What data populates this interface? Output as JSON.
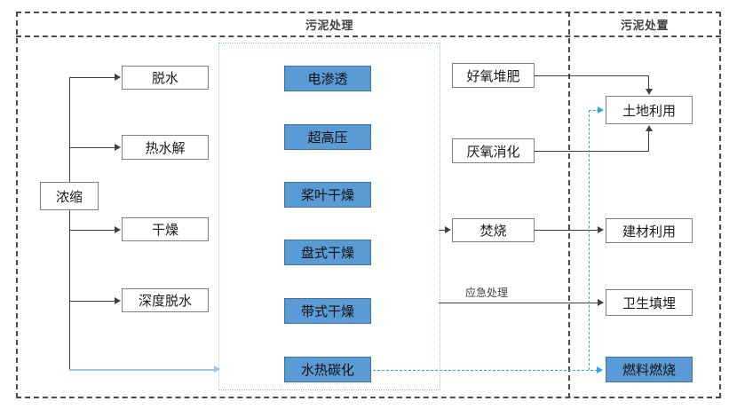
{
  "diagram": {
    "title_left": "污泥处理",
    "title_right": "污泥处置",
    "colors": {
      "accent_blue": "#5B9BD5",
      "accent_blue_border": "#41719C",
      "dashed_cyan": "#2FA8E8",
      "light_blue": "#9DC3E6",
      "frame_gray": "#4A4A4A",
      "box_border": "#7F7F7F"
    },
    "source_node": {
      "label": "浓缩"
    },
    "treatment_nodes": [
      {
        "label": "脱水"
      },
      {
        "label": "热水解"
      },
      {
        "label": "干燥"
      },
      {
        "label": "深度脱水"
      }
    ],
    "technology_nodes": [
      {
        "label": "电渗透"
      },
      {
        "label": "超高压"
      },
      {
        "label": "桨叶干燥"
      },
      {
        "label": "盘式干燥"
      },
      {
        "label": "带式干燥"
      },
      {
        "label": "水热碳化"
      }
    ],
    "stabilization_nodes": [
      {
        "label": "好氧堆肥"
      },
      {
        "label": "厌氧消化"
      },
      {
        "label": "焚烧"
      }
    ],
    "disposal_nodes": [
      {
        "label": "土地利用"
      },
      {
        "label": "建材利用"
      },
      {
        "label": "卫生填埋"
      },
      {
        "label": "燃料燃烧"
      }
    ],
    "edge_labels": [
      {
        "label": "应急处理"
      }
    ]
  }
}
